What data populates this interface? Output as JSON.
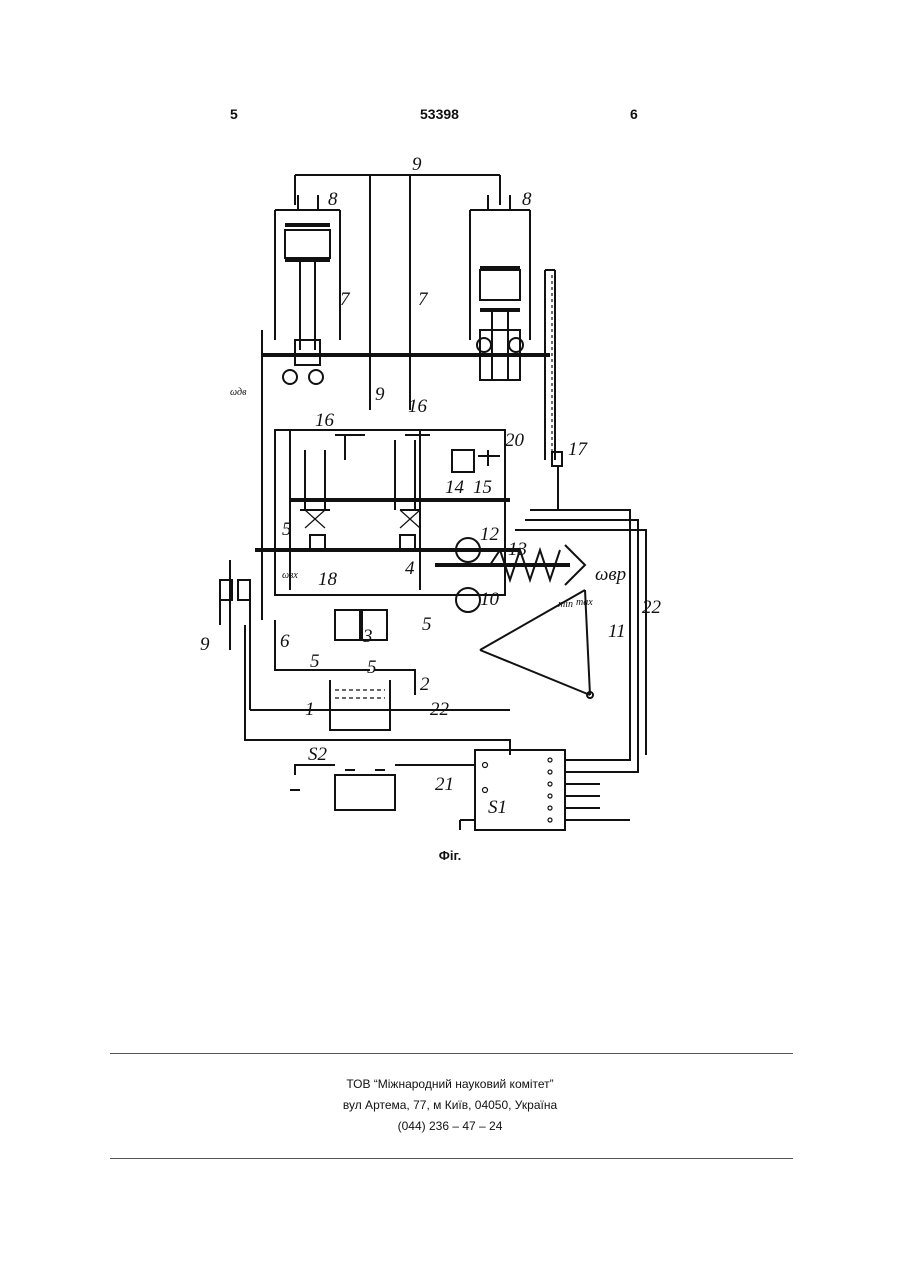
{
  "header": {
    "page_left": "5",
    "patent_number": "53398",
    "page_right": "6"
  },
  "figure": {
    "caption": "Фіг.",
    "labels": {
      "l1": "1",
      "l2": "2",
      "l3": "3",
      "l4": "4",
      "l5a": "5",
      "l5b": "5",
      "l5c": "5",
      "l5d": "5",
      "l6": "6",
      "l7a": "7",
      "l7b": "7",
      "l8a": "8",
      "l8b": "8",
      "l9a": "9",
      "l9b": "9",
      "l9c": "9",
      "l10": "10",
      "l11": "11",
      "l12": "12",
      "l13": "13",
      "l14": "14",
      "l15": "15",
      "l16a": "16",
      "l16b": "16",
      "l17": "17",
      "l18": "18",
      "l20": "20",
      "l21": "21",
      "l22a": "22",
      "l22b": "22",
      "s1": "S1",
      "s2": "S2",
      "w_bp": "ωвр",
      "w_vh": "ωвх",
      "w_dv": "ωдв",
      "min": "min",
      "max": "max"
    }
  },
  "footer": {
    "org": "ТОВ “Міжнародний науковий комітет”",
    "address": "вул  Артема, 77, м  Київ, 04050, Україна",
    "phone": "(044) 236 – 47 – 24"
  }
}
